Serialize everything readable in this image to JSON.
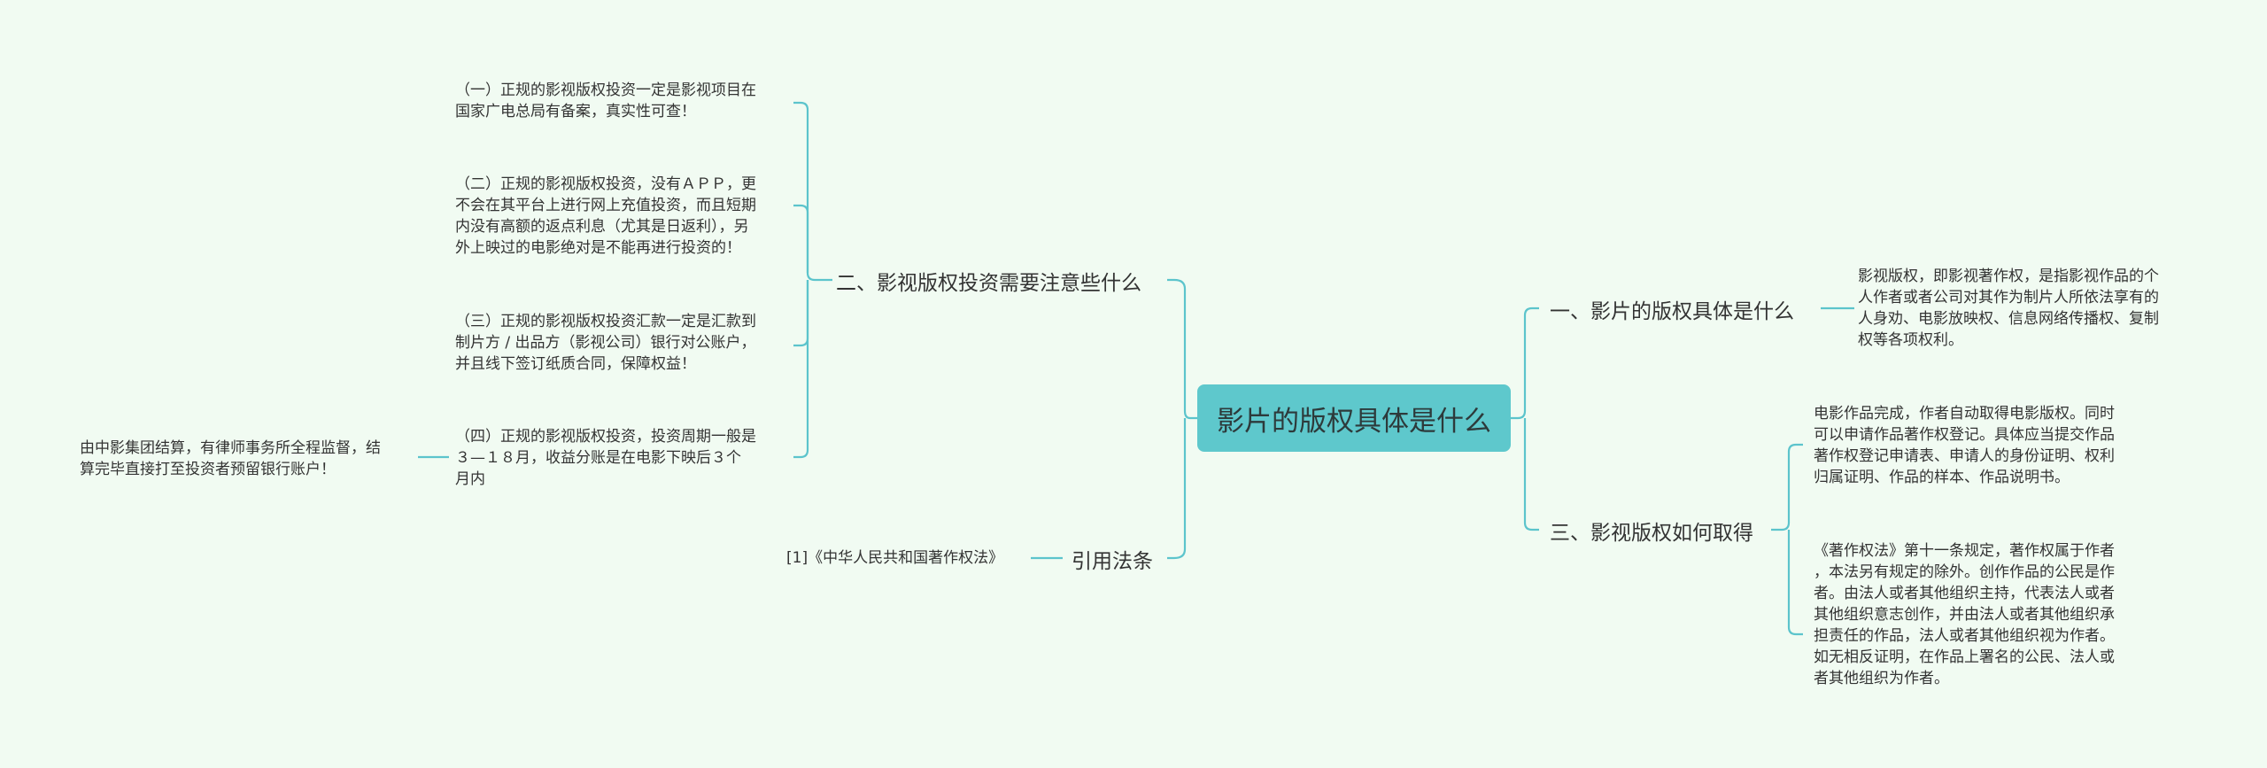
{
  "root": {
    "title": "影片的版权具体是什么"
  },
  "left": {
    "b2": {
      "title": "二、影视版权投资需要注意些什么",
      "leaves": [
        "（一）正规的影视版权投资一定是影视项目在\n国家广电总局有备案，真实性可查！",
        "（二）正规的影视版权投资，没有ＡＰＰ，更\n不会在其平台上进行网上充值投资，而且短期\n内没有高额的返点利息（尤其是日返利），另\n外上映过的电影绝对是不能再进行投资的！",
        "（三）正规的影视版权投资汇款一定是汇款到\n制片方 / 出品方（影视公司）银行对公账户，\n并且线下签订纸质合同，保障权益！",
        "（四）正规的影视版权投资，投资周期一般是\n３—１８月，收益分账是在电影下映后３个\n月内"
      ],
      "sub_leaf": "由中影集团结算，有律师事务所全程监督，结\n算完毕直接打至投资者预留银行账户！"
    },
    "ref": {
      "title": "引用法条",
      "leaf": "[1]《中华人民共和国著作权法》"
    }
  },
  "right": {
    "b1": {
      "title": "一、影片的版权具体是什么",
      "leaf": "影视版权，即影视著作权，是指影视作品的个\n人作者或者公司对其作为制片人所依法享有的\n人身劝、电影放映权、信息网络传播权、复制\n权等各项权利。"
    },
    "b3": {
      "title": "三、影视版权如何取得",
      "leaves": [
        "电影作品完成，作者自动取得电影版权。同时\n可以申请作品著作权登记。具体应当提交作品\n著作权登记申请表、申请人的身份证明、权利\n归属证明、作品的样本、作品说明书。",
        "《著作权法》第十一条规定，著作权属于作者\n，本法另有规定的除外。创作作品的公民是作\n者。由法人或者其他组织主持，代表法人或者\n其他组织意志创作，并由法人或者其他组织承\n担责任的作品，法人或者其他组织视为作者。\n如无相反证明，在作品上署名的公民、法人或\n者其他组织为作者。"
      ]
    }
  },
  "colors": {
    "root_bg": "#5ec8cc",
    "line": "#5cc4cc",
    "background": "#f1fbf2"
  }
}
